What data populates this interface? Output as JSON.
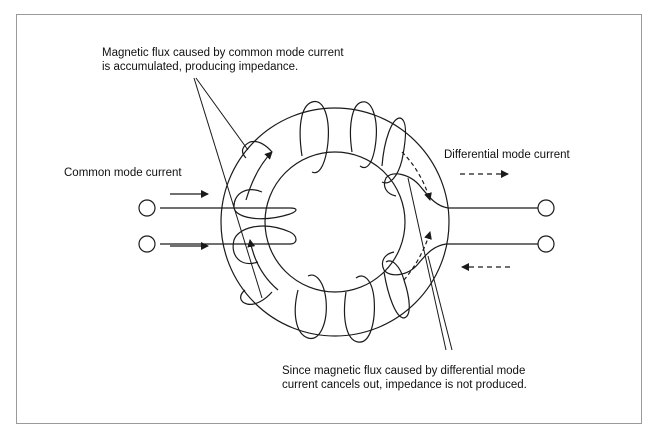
{
  "labels": {
    "common_flux": "Magnetic flux caused by common mode current\nis accumulated, producing impedance.",
    "common_current": "Common mode current",
    "differential_current": "Differential mode current",
    "differential_flux": "Since magnetic flux caused by differential mode\ncurrent cancels out, impedance is not produced."
  },
  "colors": {
    "line": "#1a1a1a",
    "frame": "#9a9a9a"
  }
}
